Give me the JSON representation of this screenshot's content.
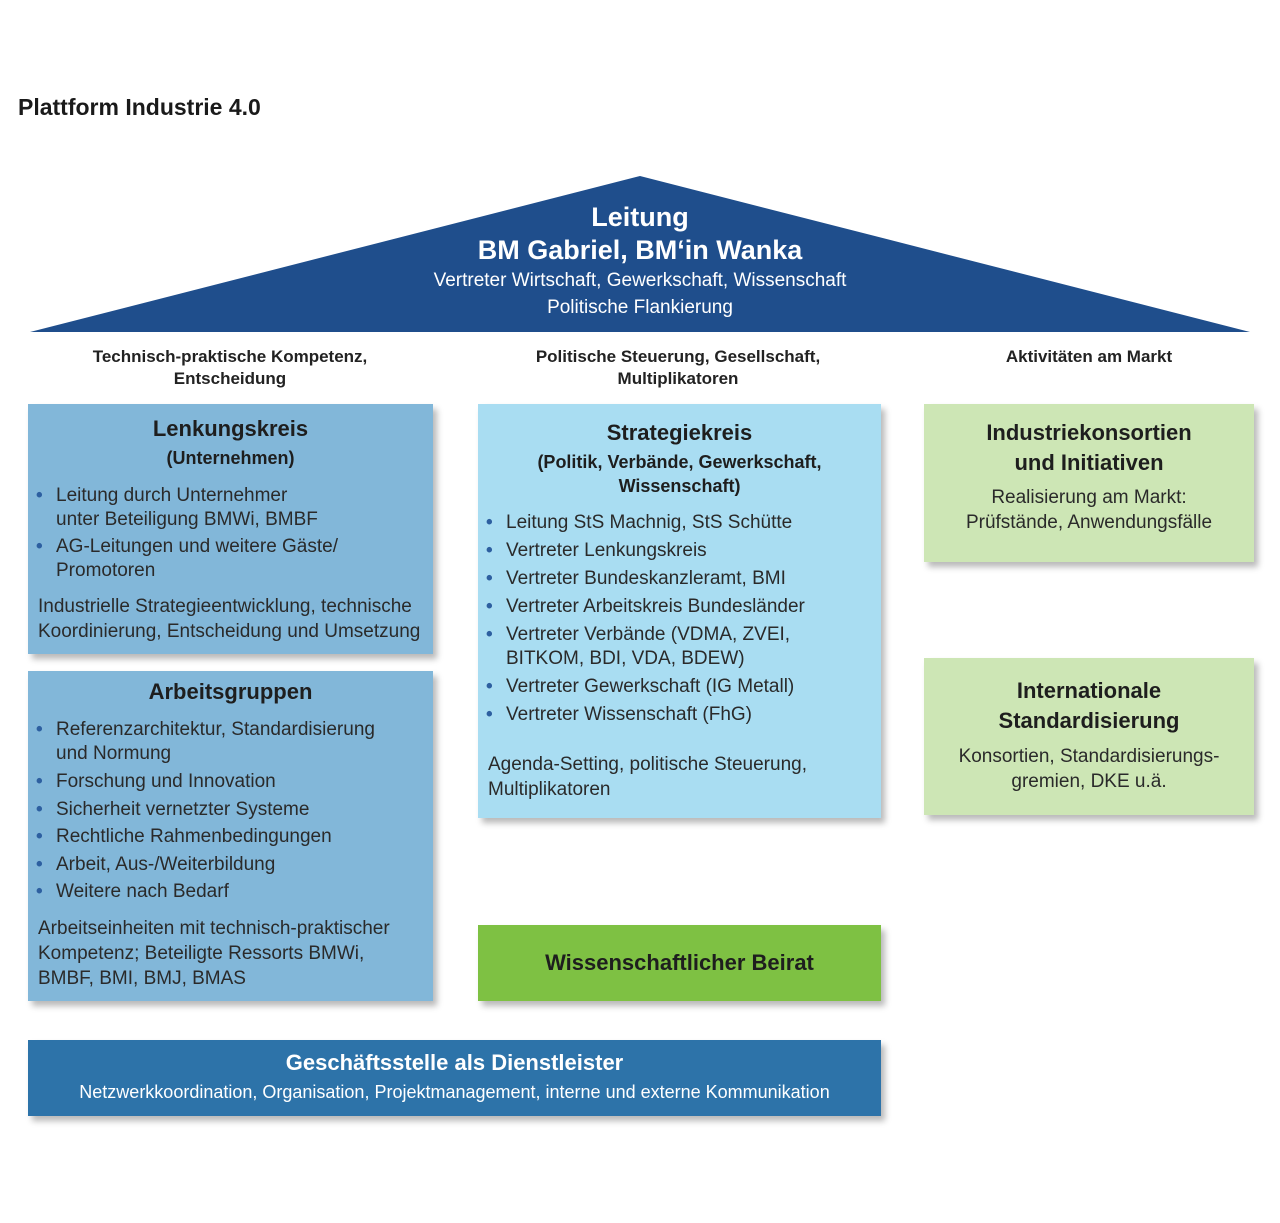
{
  "title": "Plattform Industrie 4.0",
  "colors": {
    "roof": "#1f4e8c",
    "steering_box": "#82b7d9",
    "strategy_box": "#a9ddf2",
    "market_box": "#cde6b5",
    "advisory_box": "#7ec143",
    "office_box": "#2d73a9"
  },
  "roof": {
    "title": "Leitung",
    "subtitle": "BM Gabriel, BM‘in Wanka",
    "line1": "Vertreter Wirtschaft, Gewerkschaft, Wissenschaft",
    "line2": "Politische Flankierung"
  },
  "columns": {
    "left": {
      "line1": "Technisch-praktische Kompetenz,",
      "line2": "Entscheidung"
    },
    "middle": {
      "line1": "Politische Steuerung, Gesellschaft,",
      "line2": "Multiplikatoren"
    },
    "right": {
      "line1": "Aktivitäten am Markt"
    }
  },
  "lenkungskreis": {
    "title": "Lenkungskreis",
    "subtitle": "(Unternehmen)",
    "items": [
      {
        "line1": "Leitung durch Unternehmer",
        "line2": "unter Beteiligung BMWi, BMBF"
      },
      {
        "line1": "AG-Leitungen und weitere Gäste/",
        "line2": "Promotoren"
      }
    ],
    "note_line1": "Industrielle Strategieentwicklung, technische",
    "note_line2": "Koordinierung, Entscheidung und Umsetzung"
  },
  "arbeitsgruppen": {
    "title": "Arbeitsgruppen",
    "items": [
      {
        "line1": "Referenzarchitektur, Standardisierung",
        "line2": "und Normung"
      },
      {
        "line1": "Forschung und Innovation"
      },
      {
        "line1": "Sicherheit vernetzter Systeme"
      },
      {
        "line1": "Rechtliche Rahmenbedingungen"
      },
      {
        "line1": "Arbeit, Aus-/Weiterbildung"
      },
      {
        "line1": "Weitere nach Bedarf"
      }
    ],
    "note_line1": "Arbeitseinheiten mit technisch-praktischer",
    "note_line2": "Kompetenz; Beteiligte Ressorts BMWi,",
    "note_line3": "BMBF, BMI, BMJ, BMAS"
  },
  "strategiekreis": {
    "title": "Strategiekreis",
    "subtitle_line1": "(Politik, Verbände, Gewerkschaft,",
    "subtitle_line2": "Wissenschaft)",
    "items": [
      {
        "line1": "Leitung StS Machnig, StS Schütte"
      },
      {
        "line1": "Vertreter Lenkungskreis"
      },
      {
        "line1": "Vertreter Bundeskanzleramt, BMI"
      },
      {
        "line1": "Vertreter Arbeitskreis Bundesländer"
      },
      {
        "line1": "Vertreter Verbände (VDMA, ZVEI,",
        "line2": "BITKOM, BDI, VDA, BDEW)"
      },
      {
        "line1": "Vertreter Gewerkschaft (IG Metall)"
      },
      {
        "line1": "Vertreter Wissenschaft (FhG)"
      }
    ],
    "note_line1": "Agenda-Setting, politische Steuerung,",
    "note_line2": "Multiplikatoren"
  },
  "beirat": {
    "title": "Wissenschaftlicher Beirat"
  },
  "industriekonsortien": {
    "title_line1": "Industriekonsortien",
    "title_line2": "und Initiativen",
    "text_line1": "Realisierung am Markt:",
    "text_line2": "Prüfstände, Anwendungsfälle"
  },
  "international": {
    "title_line1": "Internationale",
    "title_line2": "Standardisierung",
    "text_line1": "Konsortien, Standardisierungs-",
    "text_line2": "gremien, DKE u.ä."
  },
  "geschaeftsstelle": {
    "title": "Geschäftsstelle als Dienstleister",
    "text": "Netzwerkkoordination, Organisation, Projektmanagement, interne und externe Kommunikation"
  }
}
